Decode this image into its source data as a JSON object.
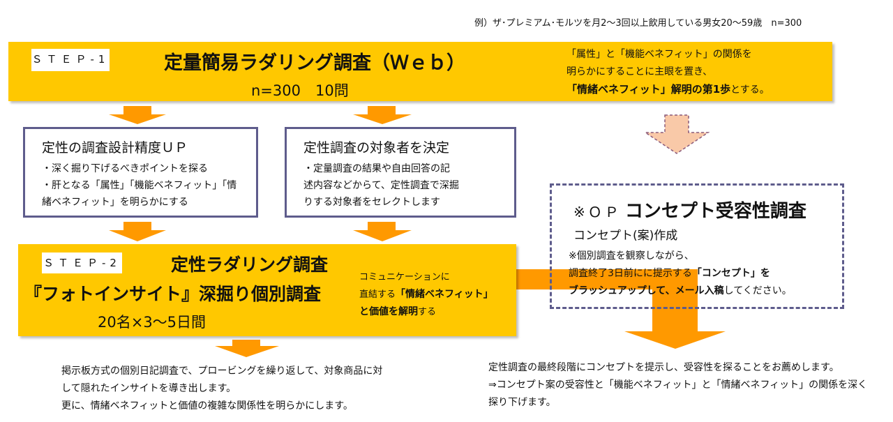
{
  "note": "例）ザ･プレミアム･モルツを月2～3回以上飲用している男女20～59歳　n=300",
  "step1": {
    "label": "ＳＴＥＰ-1",
    "title": "定量簡易ラダリング調査（Ｗｅｂ）",
    "sub": "n=300　10問",
    "desc": [
      "「属性」と「機能ベネフィット」の関係を",
      "明らかにすることに主眼を置き、"
    ],
    "desc_bold": "「情緒ベネフィット」解明の第1歩",
    "desc_tail": "とする。"
  },
  "box1": {
    "title": "定性の調査設計精度ＵＰ",
    "lines": [
      "・深く掘り下げるべきポイントを探る",
      "・肝となる「属性」「機能ベネフィット」「情",
      "緒ベネフィット」を明らかにする"
    ]
  },
  "box2": {
    "title": "定性調査の対象者を決定",
    "lines": [
      "・定量調査の結果や自由回答の記",
      "述内容などからて、定性調査で深掘",
      "りする対象者をセレクトします"
    ]
  },
  "step2": {
    "label": "ＳＴＥＰ-2",
    "title1": "定性ラダリング調査",
    "title2": "『フォトインサイト』深掘り個別調査",
    "sub": "20名×3～5日間",
    "side1": "コミュニケーションに",
    "side2_pre": "直結する",
    "side2_bold": "「情緒ベネフィット」",
    "side3_bold": "と価値を解明",
    "side3_tail": "する"
  },
  "option": {
    "prefix": "※ＯＰ",
    "title": "コンセプト受容性調査",
    "sub": "コンセプト(案)作成",
    "line1": "※個別調査を観察しながら、",
    "line2_pre": "調査終了3日前にに提示する",
    "line2_bold": "「コンセプト」を",
    "line3_bold": "ブラッシュアップして、メール入稿",
    "line3_tail": "してください。"
  },
  "bottom_left": [
    "掲示板方式の個別日記調査で、プロービングを繰り返して、対象商品に対",
    "して隠れたインサイトを導き出します。",
    "更に、情緒ベネフィットと価値の複雑な関係性を明らかにします。"
  ],
  "bottom_right": [
    "定性調査の最終段階にコンセプトを提示し、受容性を探ることをお薦めします。",
    "⇒コンセプト案の受容性と「機能ベネフィット」と「情緒ベネフィット」の関係を深く",
    "探り下げます。"
  ],
  "colors": {
    "banner": "#FFC800",
    "arrow": "#FF9900",
    "border": "#5E5C8C",
    "pink_arrow": "#F9C9A8"
  }
}
